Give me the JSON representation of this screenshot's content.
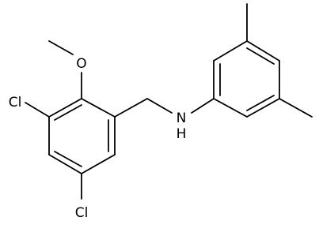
{
  "molecule": {
    "atoms": [
      {
        "id": "O1",
        "label": "O"
      },
      {
        "id": "Cl1",
        "label": "Cl"
      },
      {
        "id": "Cl2",
        "label": "Cl"
      },
      {
        "id": "N1",
        "label": "N"
      },
      {
        "id": "H1",
        "label": "H"
      }
    ],
    "colors": {
      "bond": "#000000",
      "background": "#ffffff"
    }
  }
}
